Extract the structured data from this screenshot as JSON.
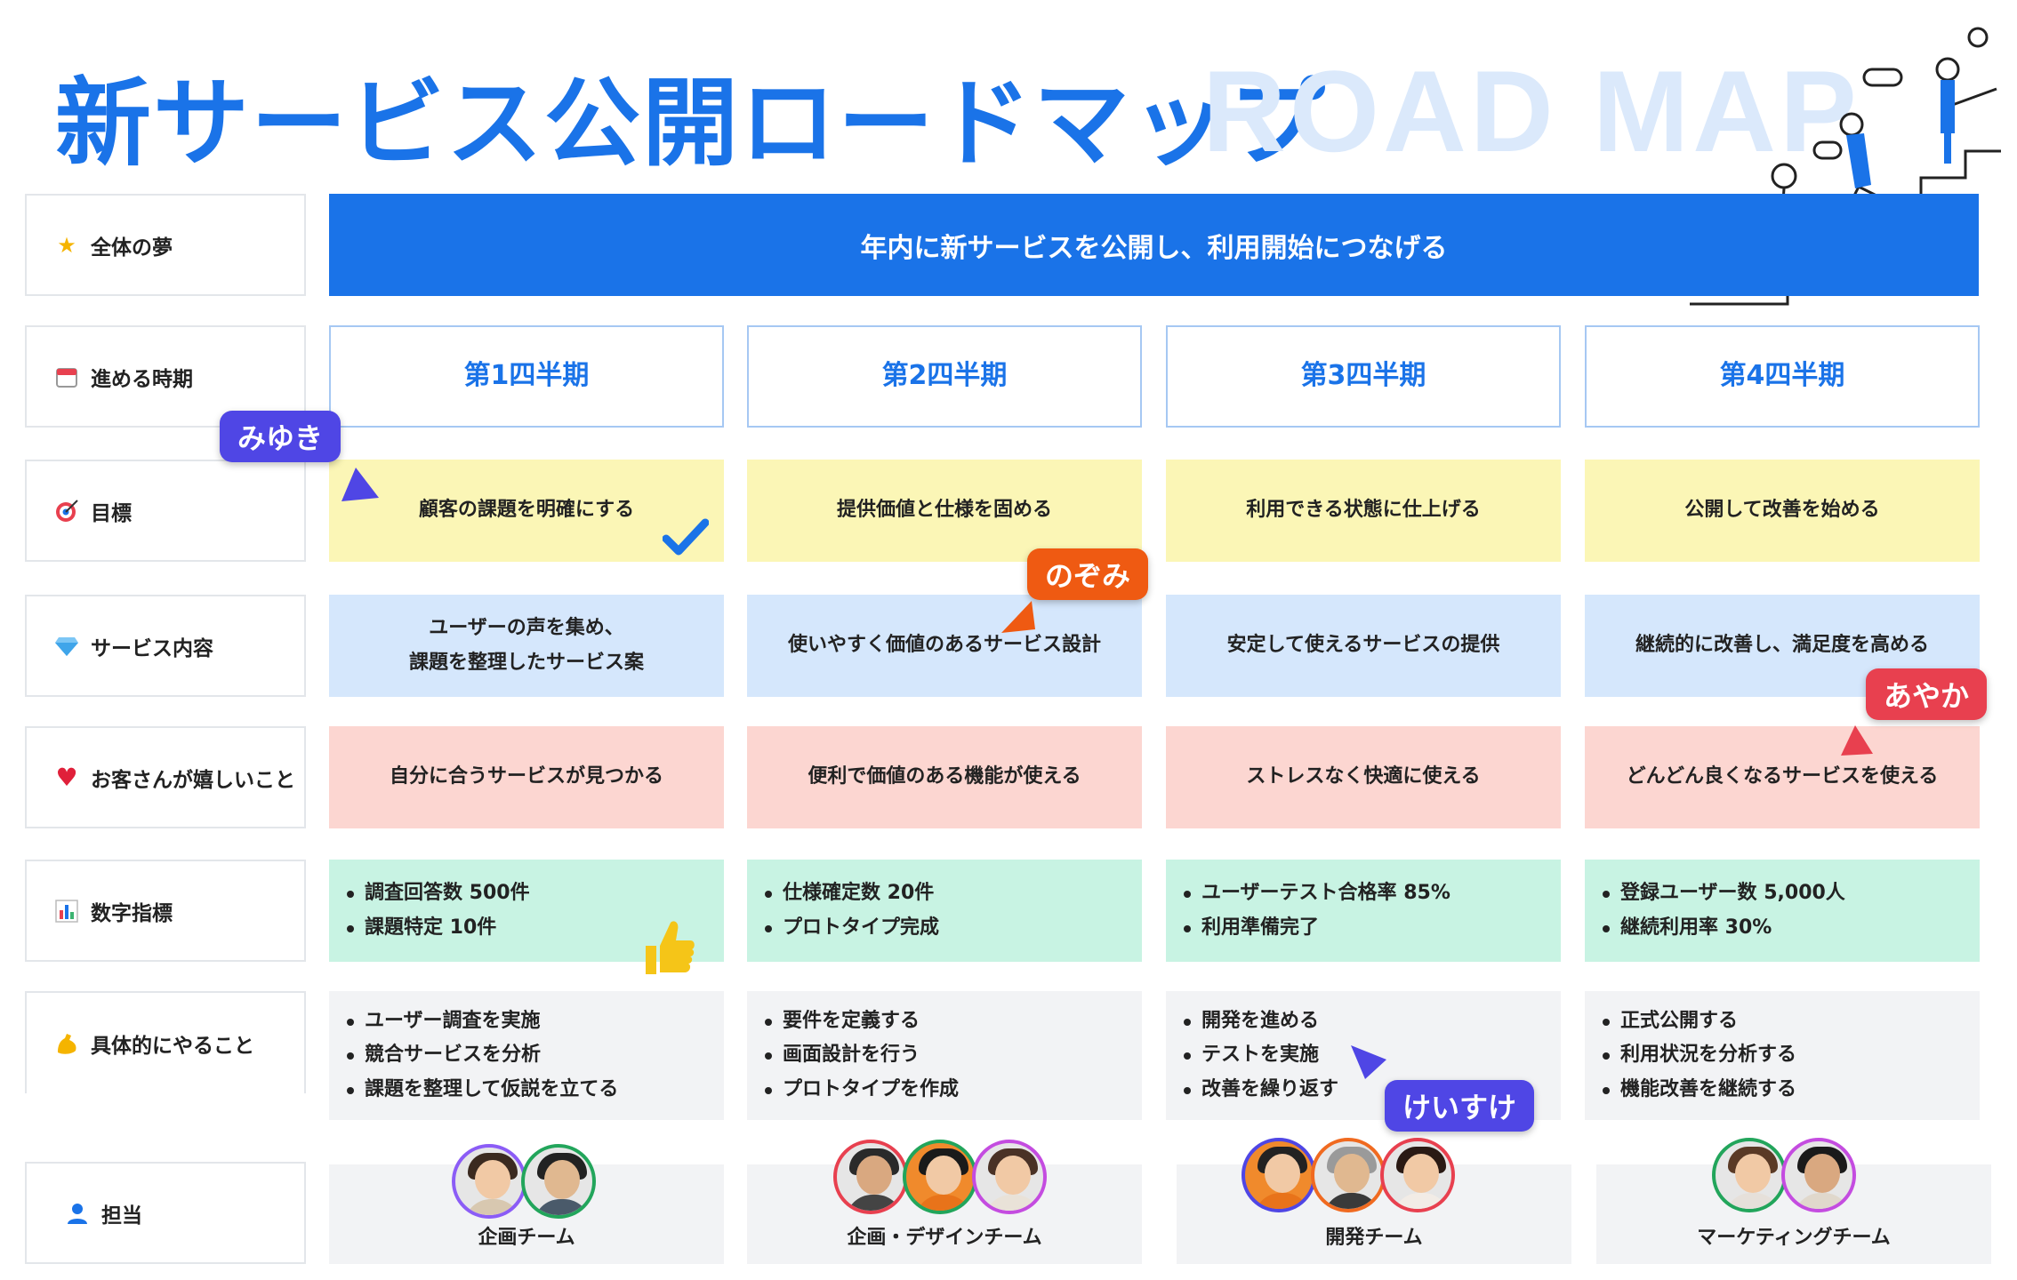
{
  "title": "新サービス公開ロードマップ",
  "title_en": "ROAD MAP",
  "colors": {
    "brand": "#1a73e8",
    "goal_bg": "#fbf6b6",
    "service_bg": "#d5e7fc",
    "happy_bg": "#fcd6d1",
    "kpi_bg": "#c8f3e3",
    "todo_bg": "#f2f3f5"
  },
  "rows": {
    "dream": {
      "label": "全体の夢",
      "icon": "star-icon"
    },
    "period": {
      "label": "進める時期",
      "icon": "calendar-icon"
    },
    "goal": {
      "label": "目標",
      "icon": "target-icon"
    },
    "service": {
      "label": "サービス内容",
      "icon": "gem-icon"
    },
    "happy": {
      "label": "お客さんが嬉しいこと",
      "icon": "heart-icon"
    },
    "kpi": {
      "label": "数字指標",
      "icon": "bar-chart-icon"
    },
    "todo": {
      "label": "具体的にやること",
      "icon": "muscle-icon"
    },
    "owner": {
      "label": "担当",
      "icon": "person-icon"
    }
  },
  "dream_text": "年内に新サービスを公開し、利用開始につなげる",
  "quarters": [
    {
      "name": "第1四半期",
      "goal": "顧客の課題を明確にする",
      "service_line1": "ユーザーの声を集め、",
      "service_line2": "課題を整理したサービス案",
      "happy": "自分に合うサービスが見つかる",
      "kpi": [
        "調査回答数 500件",
        "課題特定 10件"
      ],
      "todo": [
        "ユーザー調査を実施",
        "競合サービスを分析",
        "課題を整理して仮説を立てる"
      ],
      "team": "企画チーム"
    },
    {
      "name": "第2四半期",
      "goal": "提供価値と仕様を固める",
      "service_line1": "使いやすく価値のあるサービス設計",
      "service_line2": "",
      "happy": "便利で価値のある機能が使える",
      "kpi": [
        "仕様確定数 20件",
        "プロトタイプ完成"
      ],
      "todo": [
        "要件を定義する",
        "画面設計を行う",
        "プロトタイプを作成"
      ],
      "team": "企画・デザインチーム"
    },
    {
      "name": "第3四半期",
      "goal": "利用できる状態に仕上げる",
      "service_line1": "安定して使えるサービスの提供",
      "service_line2": "",
      "happy": "ストレスなく快適に使える",
      "kpi": [
        "ユーザーテスト合格率 85%",
        "利用準備完了"
      ],
      "todo": [
        "開発を進める",
        "テストを実施",
        "改善を繰り返す"
      ],
      "team": "開発チーム"
    },
    {
      "name": "第4四半期",
      "goal": "公開して改善を始める",
      "service_line1": "継続的に改善し、満足度を高める",
      "service_line2": "",
      "happy": "どんどん良くなるサービスを使える",
      "kpi": [
        "登録ユーザー数 5,000人",
        "継続利用率 30%"
      ],
      "todo": [
        "正式公開する",
        "利用状況を分析する",
        "機能改善を継続する"
      ],
      "team": "マーケティングチーム"
    }
  ],
  "collaborators": [
    {
      "name": "みゆき",
      "color": "#4f46e5"
    },
    {
      "name": "のぞみ",
      "color": "#ef5a12"
    },
    {
      "name": "あやか",
      "color": "#e8404f"
    },
    {
      "name": "けいすけ",
      "color": "#4f46e5"
    }
  ]
}
